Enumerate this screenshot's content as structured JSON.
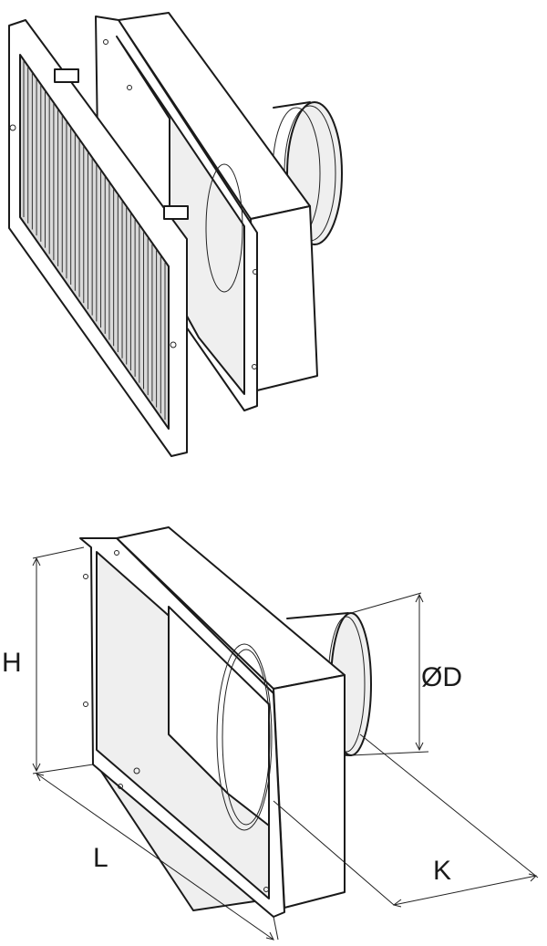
{
  "dimensions": {
    "height_label": "H",
    "length_label": "L",
    "diameter_label": "ØD",
    "depth_label": "K"
  },
  "colors": {
    "line": "#1a1a1a",
    "shade": "#d9d9d9",
    "background": "#ffffff"
  }
}
